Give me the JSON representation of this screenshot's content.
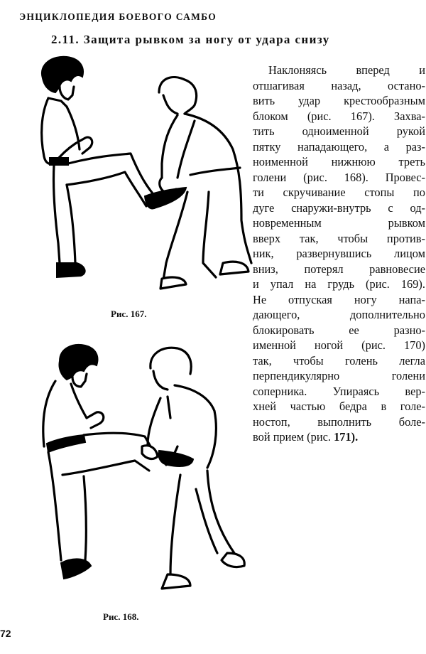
{
  "page": {
    "running_head": "ЭНЦИКЛОПЕДИЯ БОЕВОГО САМБО",
    "section_title": "2.11. Защита рывком за ногу от удара снизу",
    "page_number": "72"
  },
  "body": {
    "lines": [
      "Наклоняясь вперед и",
      "отшагивая назад, остано-",
      "вить удар крестообразным",
      "блоком (рис. 167). Захва-",
      "тить одноименной рукой",
      "пятку нападающего, а раз-",
      "ноименной нижнюю треть",
      "голени (рис. 168). Провес-",
      "ти скручивание стопы по",
      "дуге снаружи-внутрь с од-",
      "новременным рывком",
      "вверх так, чтобы против-",
      "ник, развернувшись лицом",
      "вниз, потерял равновесие",
      "и упал на грудь (рис. 169).",
      "Не отпуская ногу напа-",
      "дающего, дополнительно",
      "блокировать ее разно-",
      "именной ногой (рис. 170)",
      "так, чтобы голень легла",
      "перпендикулярно голени",
      "соперника. Упираясь вер-",
      "хней частью бедра в голе-",
      "ностоп, выполнить боле-"
    ],
    "last_line_prefix": "вой прием (рис. ",
    "last_line_bold": "171)."
  },
  "figures": [
    {
      "id": "fig-167",
      "caption": "Рис. 167.",
      "description": "attacker kicks upward; defender bends forward and grabs the heel with crossed block"
    },
    {
      "id": "fig-168",
      "caption": "Рис. 168.",
      "description": "defender grips attacker's heel and lower third of shin"
    }
  ]
}
